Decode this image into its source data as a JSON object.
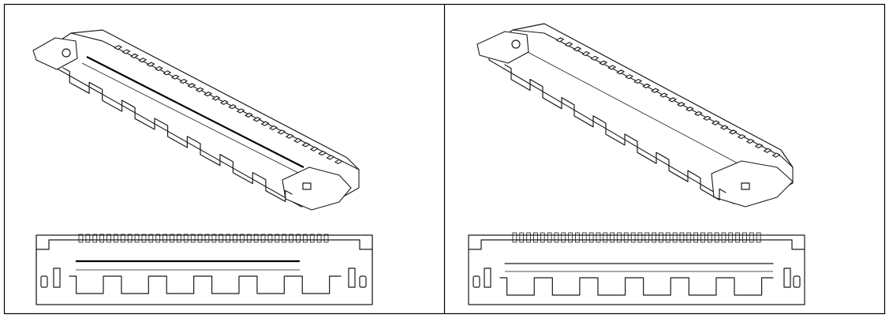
{
  "figure": {
    "panels": [
      {
        "id": "left",
        "views": [
          "isometric",
          "front"
        ]
      },
      {
        "id": "right",
        "views": [
          "isometric",
          "front"
        ]
      }
    ],
    "colors": {
      "line": "#1a1a1a",
      "frame": "#000000",
      "background": "#ffffff"
    }
  }
}
